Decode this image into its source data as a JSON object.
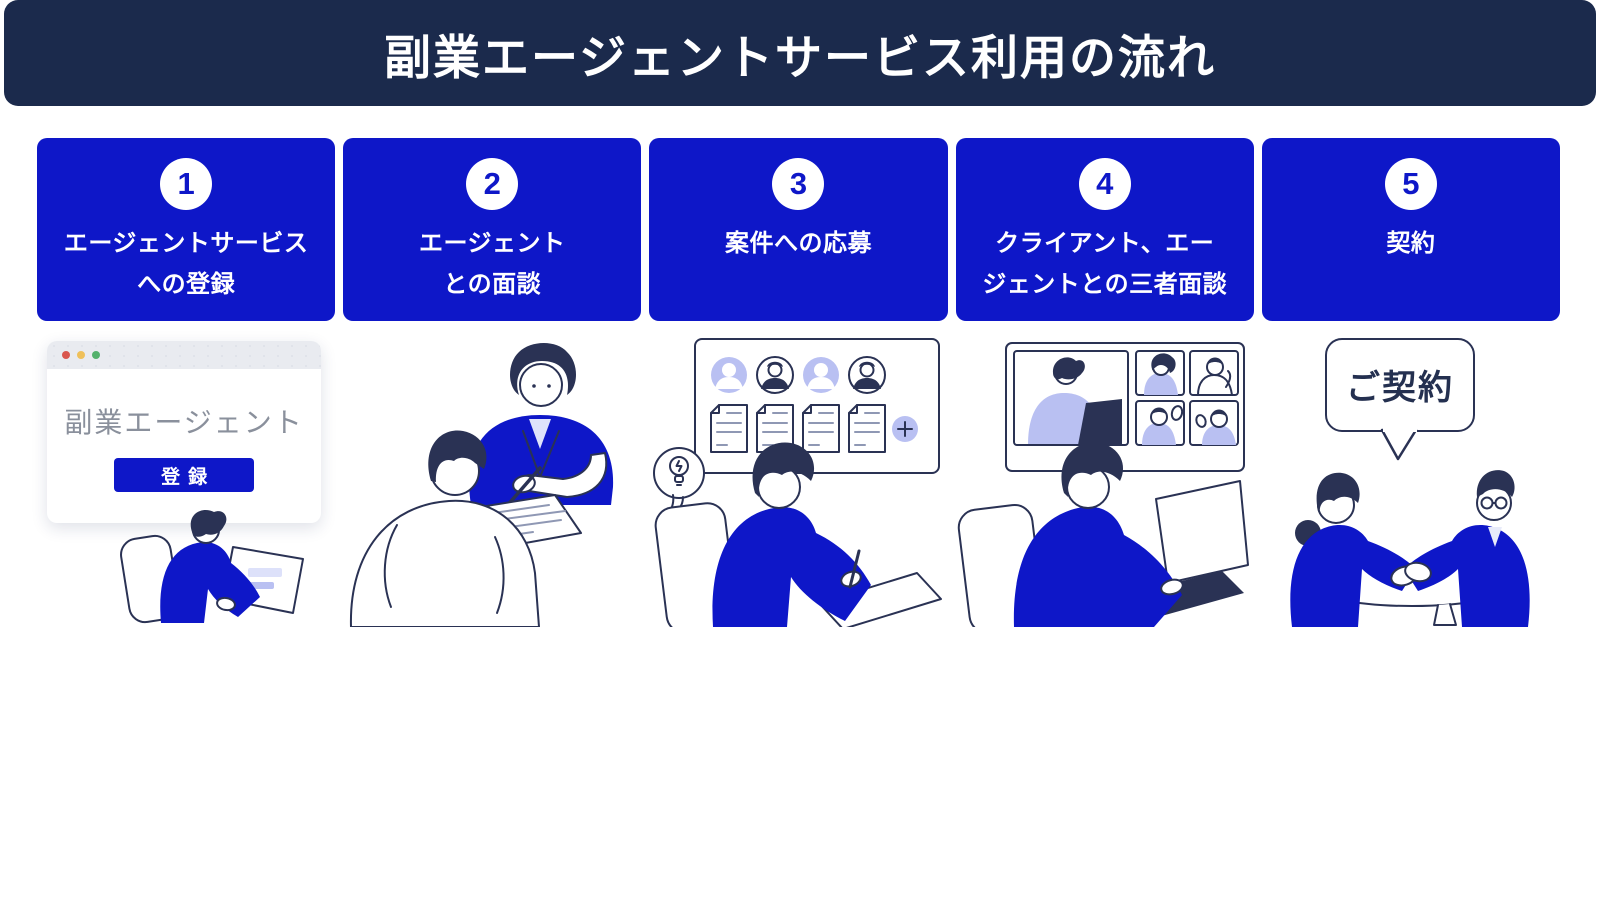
{
  "header": {
    "title": "副業エージェントサービス利用の流れ"
  },
  "steps": [
    {
      "number": "1",
      "label": "エージェントサービス\nへの登録"
    },
    {
      "number": "2",
      "label": "エージェント\nとの面談"
    },
    {
      "number": "3",
      "label": "案件への応募"
    },
    {
      "number": "4",
      "label": "クライアント、エー\nジェントとの三者面談"
    },
    {
      "number": "5",
      "label": "契約"
    }
  ],
  "illustrations": {
    "registration": {
      "site_title": "副業エージェント",
      "button_label": "登録"
    },
    "contract": {
      "bubble_label": "ご契約"
    }
  },
  "colors": {
    "header_navy": "#1b2a4c",
    "primary_blue": "#0e17c8",
    "lavender": "#b9c0f2",
    "outline_navy": "#2a3254",
    "traffic_red": "#d9564e",
    "traffic_yellow": "#efc05a",
    "traffic_green": "#54b16c"
  }
}
